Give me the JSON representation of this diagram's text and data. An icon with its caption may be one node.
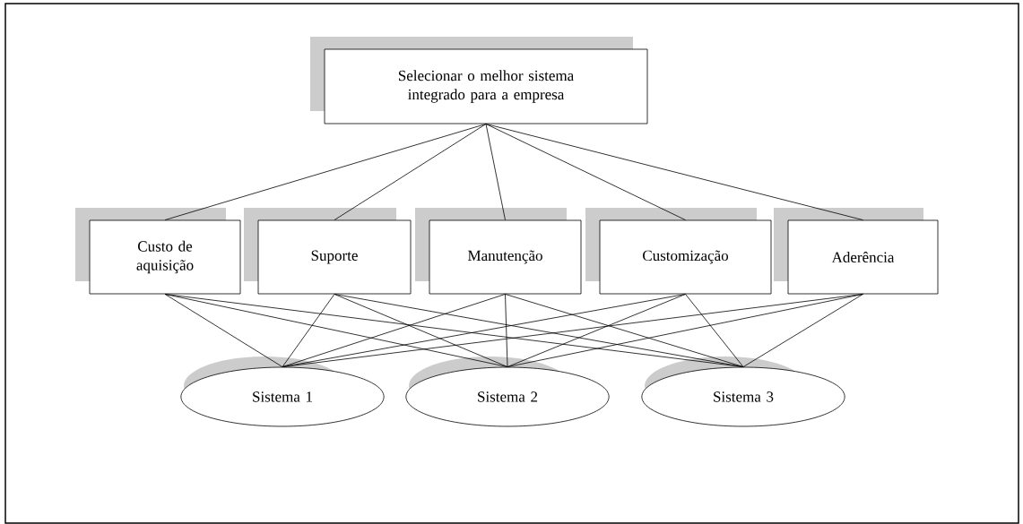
{
  "diagram": {
    "nodes": [
      {
        "text": [
          "Selecionar o melhor sistema integrado para a empresa"
        ]
      },
      {
        "text": [
          "Custo de aquisição"
        ]
      },
      {
        "text": [
          "Suporte"
        ]
      },
      {
        "text": [
          "Manutenção"
        ]
      },
      {
        "text": [
          "Customização"
        ]
      },
      {
        "text": [
          "Aderência"
        ]
      },
      {
        "text": [
          "Sistema 1"
        ]
      },
      {
        "text": [
          "Sistema 2"
        ]
      },
      {
        "text": [
          "Sistema 3"
        ]
      }
    ],
    "edges": [
      {
        "from": 0,
        "to": 1,
        "arrow": "none"
      },
      {
        "from": 0,
        "to": 2,
        "arrow": "none"
      },
      {
        "from": 0,
        "to": 3,
        "arrow": "none"
      },
      {
        "from": 0,
        "to": 4,
        "arrow": "none"
      },
      {
        "from": 0,
        "to": 5,
        "arrow": "none"
      },
      {
        "from": 1,
        "to": 6,
        "arrow": "none"
      },
      {
        "from": 1,
        "to": 7,
        "arrow": "none"
      },
      {
        "from": 1,
        "to": 8,
        "arrow": "none"
      },
      {
        "from": 2,
        "to": 6,
        "arrow": "none"
      },
      {
        "from": 2,
        "to": 7,
        "arrow": "none"
      },
      {
        "from": 2,
        "to": 8,
        "arrow": "none"
      },
      {
        "from": 3,
        "to": 6,
        "arrow": "none"
      },
      {
        "from": 3,
        "to": 7,
        "arrow": "none"
      },
      {
        "from": 3,
        "to": 8,
        "arrow": "none"
      },
      {
        "from": 4,
        "to": 6,
        "arrow": "none"
      },
      {
        "from": 4,
        "to": 7,
        "arrow": "none"
      },
      {
        "from": 4,
        "to": 8,
        "arrow": "none"
      },
      {
        "from": 5,
        "to": 6,
        "arrow": "none"
      },
      {
        "from": 5,
        "to": 7,
        "arrow": "none"
      },
      {
        "from": 5,
        "to": 8,
        "arrow": "none"
      }
    ]
  }
}
